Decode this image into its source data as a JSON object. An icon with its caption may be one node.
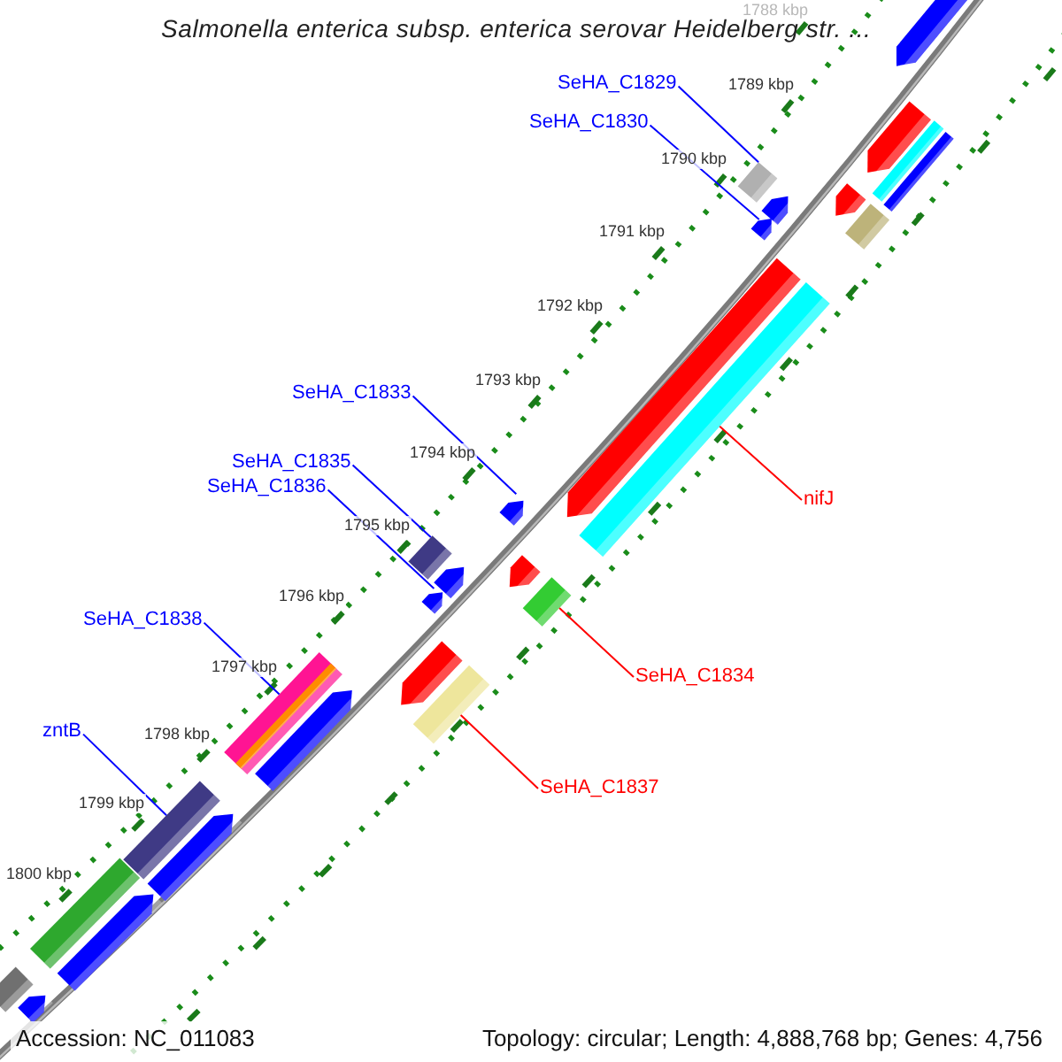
{
  "diagram": {
    "title": "Salmonella enterica subsp. enterica serovar Heidelberg str. ...",
    "nodes": [
      {
        "text": [
          "SeHA_C1829"
        ]
      },
      {
        "text": [
          "SeHA_C1830"
        ]
      },
      {
        "text": [
          "SeHA_C1833"
        ]
      },
      {
        "text": [
          "SeHA_C1835"
        ]
      },
      {
        "text": [
          "SeHA_C1836"
        ]
      },
      {
        "text": [
          "SeHA_C1838"
        ]
      },
      {
        "text": [
          "zntB"
        ]
      },
      {
        "text": [
          "nifJ"
        ]
      },
      {
        "text": [
          "SeHA_C1834"
        ]
      },
      {
        "text": [
          "SeHA_C1837"
        ]
      },
      {
        "text": [],
        "shape": "bar"
      },
      {
        "text": [],
        "shape": "bar"
      },
      {
        "text": [],
        "shape": "bar"
      },
      {
        "text": [],
        "shape": "bar"
      },
      {
        "text": [],
        "shape": "bar"
      },
      {
        "text": [],
        "shape": "bar"
      },
      {
        "text": [],
        "shape": "bar"
      },
      {
        "text": [],
        "shape": "bar"
      },
      {
        "text": [],
        "shape": "bar"
      },
      {
        "text": [],
        "shape": "bar"
      },
      {
        "text": [],
        "shape": "bar"
      },
      {
        "text": [],
        "shape": "bar"
      },
      {
        "text": [],
        "shape": "bar"
      },
      {
        "text": [],
        "shape": "bar"
      },
      {
        "text": [],
        "shape": "bar"
      },
      {
        "text": [],
        "shape": "bar"
      },
      {
        "text": [],
        "shape": "bar"
      },
      {
        "text": [],
        "shape": "bar"
      },
      {
        "text": [],
        "shape": "bar"
      },
      {
        "text": [],
        "shape": "bar"
      },
      {
        "text": [],
        "shape": "bar"
      },
      {
        "text": [],
        "shape": "bar"
      },
      {
        "text": [],
        "shape": "bar"
      },
      {
        "text": [],
        "shape": "bar"
      },
      {
        "text": [],
        "shape": "bar"
      },
      {
        "text": [],
        "shape": "bar"
      },
      {
        "text": [],
        "shape": "bar"
      }
    ],
    "edges": [
      {
        "from": 0,
        "to": 14,
        "arrow": "none"
      },
      {
        "from": 1,
        "to": 17,
        "arrow": "none"
      },
      {
        "from": 2,
        "to": 21,
        "arrow": "none"
      },
      {
        "from": 3,
        "to": 22,
        "arrow": "none"
      },
      {
        "from": 4,
        "to": 25,
        "arrow": "none"
      },
      {
        "from": 5,
        "to": 29,
        "arrow": "none"
      },
      {
        "from": 6,
        "to": 31,
        "arrow": "none"
      },
      {
        "from": 7,
        "to": 20,
        "arrow": "none",
        "color": "#ff0000"
      },
      {
        "from": 8,
        "to": 26,
        "arrow": "none",
        "color": "#ff0000"
      },
      {
        "from": 9,
        "to": 28,
        "arrow": "none",
        "color": "#ff0000"
      }
    ],
    "labels": [
      "1788 kbp",
      "1789 kbp",
      "1790 kbp",
      "1791 kbp",
      "1792 kbp",
      "1793 kbp",
      "1794 kbp",
      "1795 kbp",
      "1796 kbp",
      "1797 kbp",
      "1798 kbp",
      "1799 kbp",
      "1800 kbp",
      "Accession: NC_011083",
      "Topology: circular; Length: 4,888,768 bp; Genes: 4,756"
    ]
  }
}
